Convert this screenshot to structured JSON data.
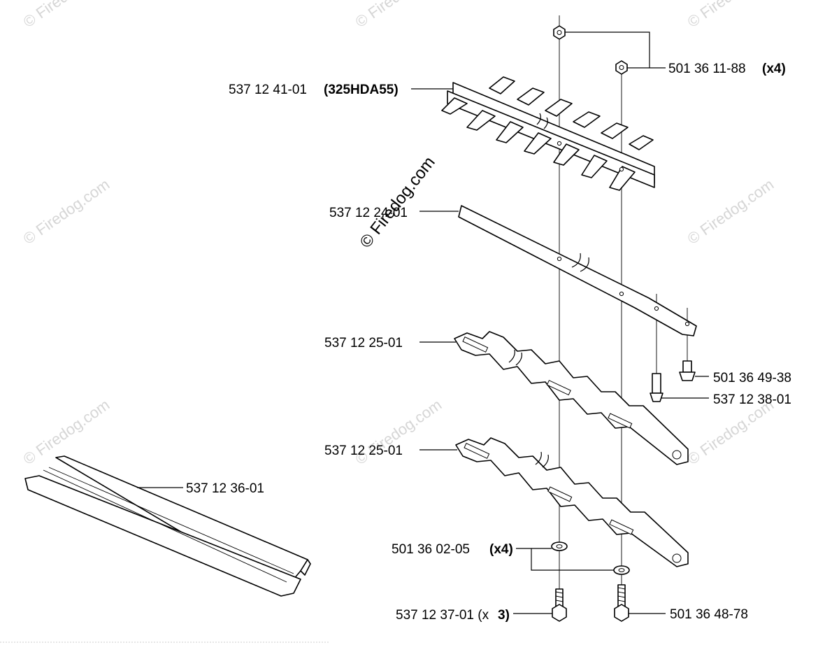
{
  "watermark": {
    "text": "© Firedog.com"
  },
  "labels": {
    "nut_part": "501 36 11-88",
    "nut_qty": "(x4)",
    "upper_blade_part": "537 12 41-01",
    "upper_blade_model": "(325HDA55)",
    "guide_bar_part": "537 12 24-01",
    "cutter_blade_1_part": "537 12 25-01",
    "screw_small_part": "501 36 49-38",
    "screw_long_part": "537 12 38-01",
    "cutter_blade_2_part": "537 12 25-01",
    "blade_guard_part": "537 12 36-01",
    "washer_part": "501 36 02-05",
    "washer_qty": "(x4)",
    "bolt_left_part_partial": "537 12 37-01 (x",
    "bolt_left_qty_partial": "3)",
    "bolt_right_part": "501 36 48-78"
  }
}
